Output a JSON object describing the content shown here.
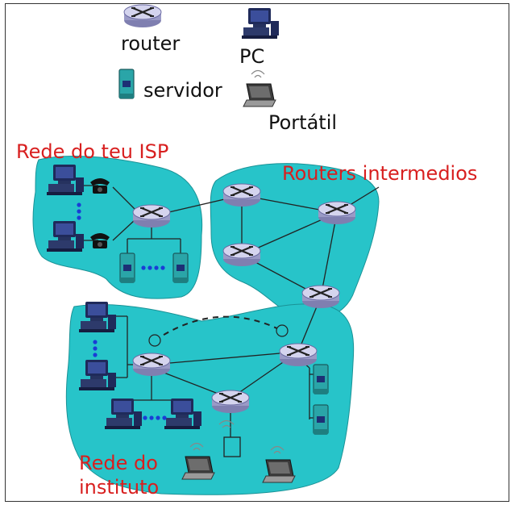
{
  "legend": {
    "router": "router",
    "pc": "PC",
    "server": "servidor",
    "laptop": "Portátil"
  },
  "regions": {
    "isp": "Rede do teu ISP",
    "intermediate": "Routers intermedios",
    "institute": "Rede do instituto"
  },
  "colors": {
    "cloud": "#27c4c9",
    "label_red": "#d81f1f",
    "dots": "#1a3dd6",
    "router_body": "#c9c9e6"
  }
}
